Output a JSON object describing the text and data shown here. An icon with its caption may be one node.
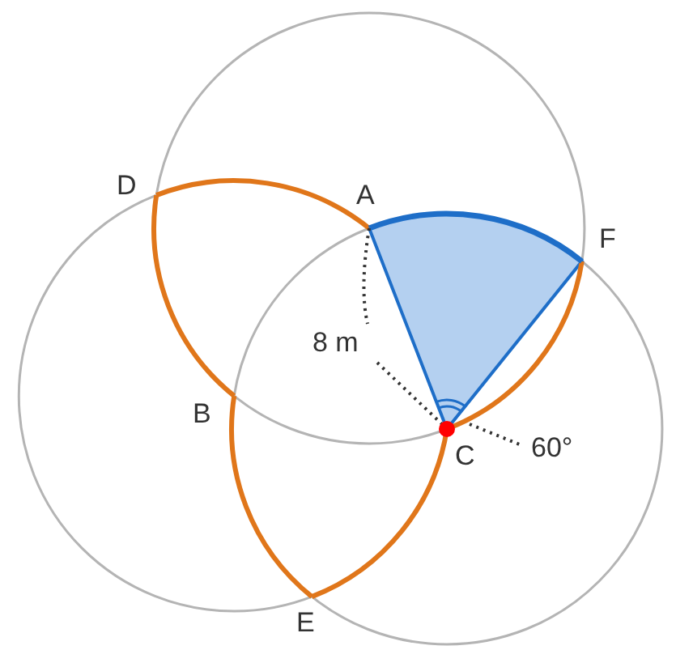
{
  "diagram": {
    "labels": [
      "D",
      "A",
      "F",
      "8 m",
      "B",
      "C",
      "60°",
      "E"
    ]
  }
}
